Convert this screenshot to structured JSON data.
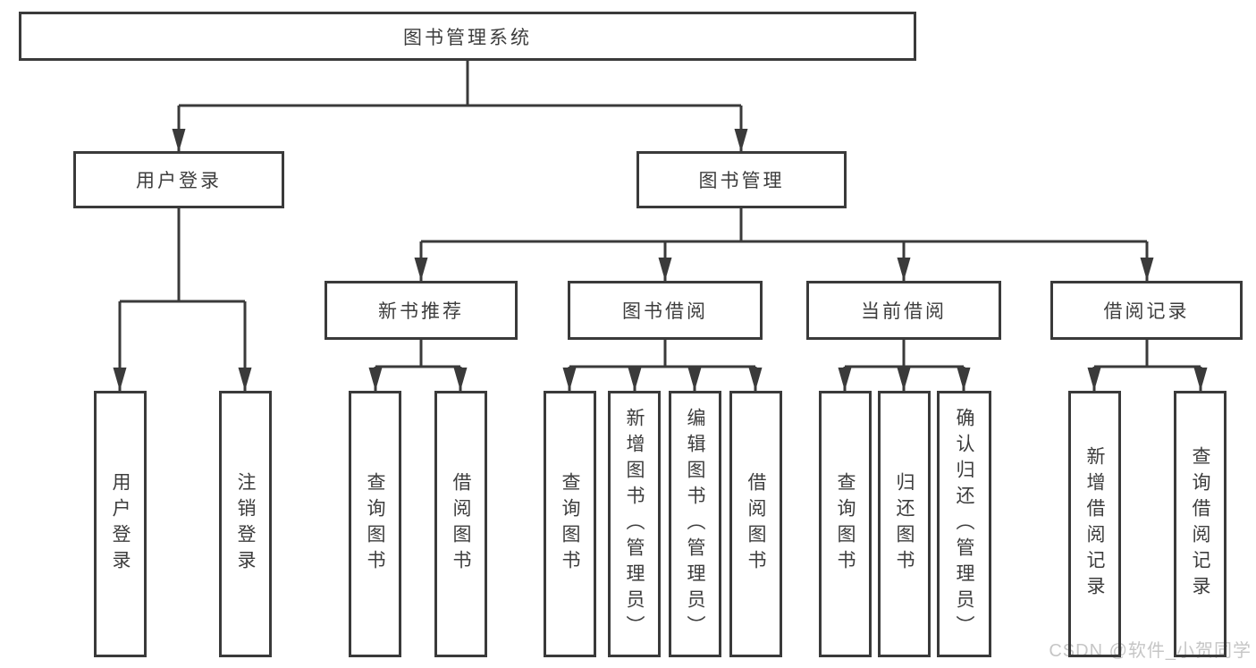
{
  "colors": {
    "line": "#3a3a3a",
    "node_border": "#3a3a3a",
    "text": "#3d3d3d",
    "watermark_text": "#c6c6c6"
  },
  "watermark": "CSDN @软件_小贺同学",
  "nodes": {
    "root": "图书管理系统",
    "level1": {
      "user_login": "用户登录",
      "book_management": "图书管理"
    },
    "level2": {
      "new_book_recommend": "新书推荐",
      "book_borrow": "图书借阅",
      "current_borrow": "当前借阅",
      "borrow_record": "借阅记录"
    },
    "leaves": {
      "user_login": "用户登录",
      "logout": "注销登录",
      "recommend_query_book": "查询图书",
      "recommend_borrow_book": "借阅图书",
      "borrow_query_book": "查询图书",
      "borrow_add_book": "新增图书（管理员）",
      "borrow_edit_book": "编辑图书（管理员）",
      "borrow_borrow_book": "借阅图书",
      "current_query_book": "查询图书",
      "current_return_book": "归还图书",
      "current_confirm_return": "确认归还（管理员）",
      "record_add": "新增借阅记录",
      "record_query": "查询借阅记录"
    }
  }
}
